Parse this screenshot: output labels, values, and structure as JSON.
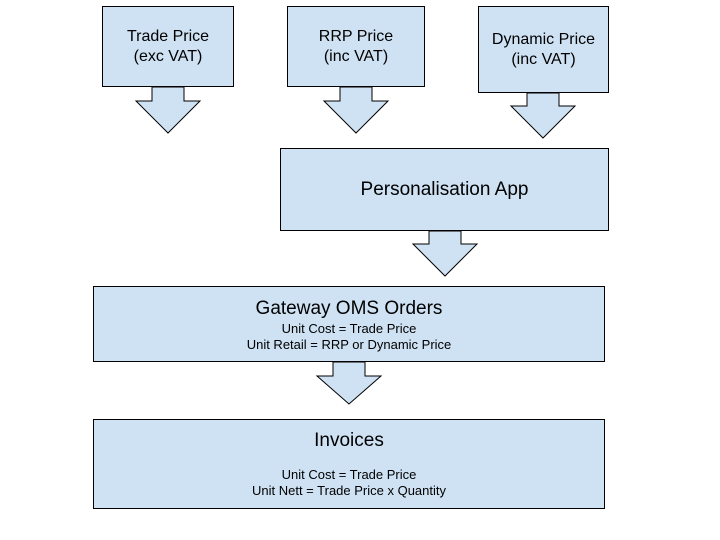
{
  "colors": {
    "box_fill": "#cfe2f3",
    "stroke": "#000000"
  },
  "trade_price": {
    "line1": "Trade Price",
    "line2": "(exc VAT)"
  },
  "rrp_price": {
    "line1": "RRP Price",
    "line2": "(inc VAT)"
  },
  "dynamic_price": {
    "line1": "Dynamic Price",
    "line2": "(inc VAT)"
  },
  "personalisation_app": {
    "title": "Personalisation App"
  },
  "gateway_oms": {
    "title": "Gateway OMS Orders",
    "line1": "Unit Cost = Trade Price",
    "line2": "Unit Retail = RRP or Dynamic Price"
  },
  "invoices": {
    "title": "Invoices",
    "line1": "Unit Cost = Trade Price",
    "line2": "Unit Nett = Trade Price x Quantity"
  }
}
